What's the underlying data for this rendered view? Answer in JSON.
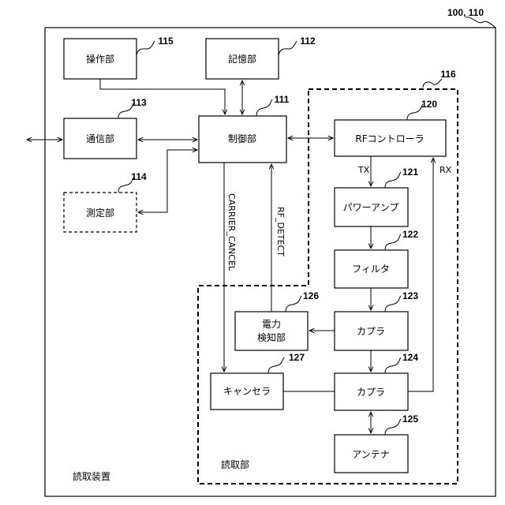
{
  "device": {
    "ref": "100, 110",
    "label": "読取装置"
  },
  "reader_section": {
    "ref": "116",
    "label": "読取部"
  },
  "blocks": {
    "operation": {
      "label": "操作部",
      "ref": "115"
    },
    "storage": {
      "label": "記憶部",
      "ref": "112"
    },
    "communication": {
      "label": "通信部",
      "ref": "113"
    },
    "control": {
      "label": "制御部",
      "ref": "111"
    },
    "measurement": {
      "label": "測定部",
      "ref": "114"
    },
    "rf_controller": {
      "label": "RFコントローラ",
      "ref": "120"
    },
    "power_amp": {
      "label": "パワーアンプ",
      "ref": "121"
    },
    "filter": {
      "label": "フィルタ",
      "ref": "122"
    },
    "coupler_1": {
      "label": "カプラ",
      "ref": "123"
    },
    "power_detector": {
      "line1": "電力",
      "line2": "検知部",
      "ref": "126"
    },
    "canceller": {
      "label": "キャンセラ",
      "ref": "127"
    },
    "coupler_2": {
      "label": "カプラ",
      "ref": "124"
    },
    "antenna": {
      "label": "アンテナ",
      "ref": "125"
    }
  },
  "signals": {
    "tx": "TX",
    "rx": "RX",
    "carrier_cancel": "CARRIER_CANCEL",
    "rf_detect": "RF_DETECT"
  }
}
